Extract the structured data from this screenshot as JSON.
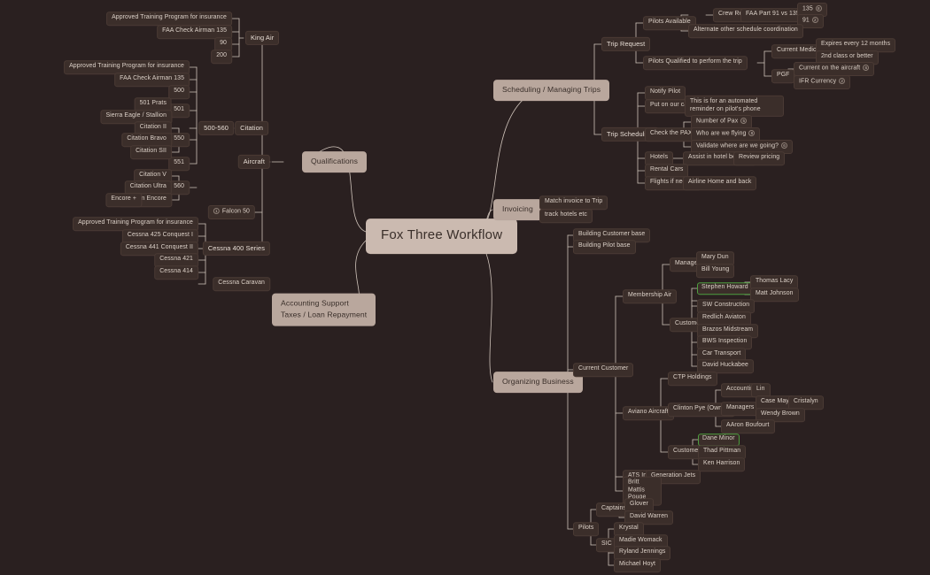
{
  "meta": {
    "title": "Fox Three Workflow",
    "bg_color": "#2a2020",
    "node_bg": "#3b2e2a",
    "root_bg": "#cbbab0",
    "main_bg": "#b9a79d",
    "edge_color": "#cfc3ba",
    "highlight_color": "#4d9e3f",
    "text_color": "#e8ded6"
  },
  "root": {
    "label": "Fox Three Workflow"
  },
  "branches": {
    "qualifications": {
      "label": "Qualifications",
      "aircraft_label": "Aircraft",
      "king_air": {
        "label": "King Air",
        "children": [
          "Approved Training Program for insurance",
          "FAA Check Airman 135",
          "90",
          "200"
        ]
      },
      "citation": {
        "label": "Citation",
        "group_label": "500-560",
        "items": [
          {
            "label": "Approved Training Program for insurance",
            "children": []
          },
          {
            "label": "FAA Check Airman 135",
            "children": []
          },
          {
            "label": "500",
            "children": []
          },
          {
            "label": "501",
            "children": [
              "501 Prats",
              "Sierra Eagle / Stallion"
            ]
          },
          {
            "label": "550",
            "children": [
              "Citation II",
              "Citation Bravo",
              "Citation SII"
            ]
          },
          {
            "label": "551",
            "children": []
          },
          {
            "label": "560",
            "children": [
              "Citation V",
              "Citation Ultra",
              "Citation Encore"
            ]
          }
        ],
        "encore_plus": "Encore +"
      },
      "falcon": {
        "label": "Falcon 50",
        "badge": "1"
      },
      "cessna": {
        "label": "Cessna 400 Series",
        "children": [
          "Approved Training Program for insurance",
          "Cessna 425 Conquest I",
          "Cessna 441 Conquest II",
          "Cessna 421",
          "Cessna 414"
        ],
        "caravan": "Cessna Caravan"
      }
    },
    "scheduling": {
      "label": "Scheduling / Managing Trips",
      "trip_request": {
        "label": "Trip Request",
        "pilots_available": {
          "label": "Pilots Available",
          "crew_rest": {
            "label": "Crew Rest",
            "detail": "FAA Part 91 vs 135",
            "parts": [
              {
                "label": "135",
                "badge": "8"
              },
              {
                "label": "91",
                "badge": "2"
              }
            ]
          },
          "alternate": "Alternate other schedule coordination"
        },
        "pilots_qualified": {
          "label": "Pilots Qualified to perform the trip",
          "current_medical": {
            "label": "Current Medical",
            "children": [
              "Expires every 12 months",
              "2nd class or better"
            ]
          },
          "pgf": {
            "label": "PGF",
            "children": [
              {
                "label": "Current on the aircraft",
                "badge": "6"
              },
              {
                "label": "IFR Currency",
                "badge": "2"
              }
            ]
          }
        }
      },
      "trip_scheduling": {
        "label": "Trip Scheduling",
        "items": [
          {
            "label": "Notify Pilot"
          },
          {
            "label": "Put on our calendars",
            "detail": "This is for an automated reminder on pilot's phone"
          },
          {
            "label": "Check the PAX",
            "children": [
              {
                "label": "Number of Pax",
                "badge": "5"
              },
              {
                "label": "Who are we flying",
                "badge": "8"
              },
              {
                "label": "Validate where are we going?",
                "badge": "6"
              }
            ]
          },
          {
            "label": "Hotels",
            "chain": [
              "Assist in hotel booking",
              "Review pricing"
            ]
          },
          {
            "label": "Rental Cars"
          },
          {
            "label": "Flights if needed",
            "chain": [
              "Airline Home and back"
            ]
          }
        ]
      }
    },
    "invoicing": {
      "label": "Invoicing",
      "children": [
        "Match invoice to Trip",
        "track hotels etc"
      ]
    },
    "accounting": {
      "line1": "Accounting Support",
      "line2": "Taxes / Loan Repayment"
    },
    "organizing": {
      "label": "Organizing Business",
      "top_items": [
        "Building Customer base",
        "Building Pilot base"
      ],
      "current_customer": {
        "label": "Current Customer",
        "membership_air": {
          "label": "Membership Air",
          "managers": {
            "label": "Managers",
            "children": [
              "Mary Dun",
              "Bill Young"
            ]
          },
          "customers": {
            "label": "Customers",
            "children": [
              {
                "label": "Stephen Howard",
                "highlight": true,
                "children": [
                  "Thomas Lacy",
                  "Matt Johnson"
                ]
              },
              {
                "label": "SW Construction",
                "highlight": false,
                "children": []
              },
              {
                "label": "Redlich Aviaton",
                "highlight": false,
                "children": []
              },
              {
                "label": "Brazos Midstream",
                "highlight": false,
                "children": []
              },
              {
                "label": "BWS Inspection",
                "highlight": false,
                "children": []
              },
              {
                "label": "Car Transport",
                "highlight": false,
                "children": []
              },
              {
                "label": "David Huckabee",
                "highlight": false,
                "children": []
              }
            ]
          }
        },
        "aviano": {
          "label": "Aviano Aircraft",
          "ctp": "CTP Holdings",
          "clinton": {
            "label": "Clinton Pye (Owner)",
            "accounting": {
              "label": "Accounting",
              "child": "Lin"
            },
            "managers": {
              "label": "Managers",
              "children": [
                {
                  "label": "Case May",
                  "child": "Cristalyn"
                },
                {
                  "label": "Wendy Brown",
                  "child": ""
                }
              ]
            },
            "aaron": "AAron Boufourt"
          },
          "customers": {
            "label": "Customers",
            "children": [
              {
                "label": "Dane Minor",
                "highlight": true
              },
              {
                "label": "Thad Pittman",
                "highlight": false
              },
              {
                "label": "Ken Harrison",
                "highlight": false
              }
            ]
          }
        },
        "ats": {
          "label": "ATS Inc",
          "child": "Generation Jets"
        },
        "britt": {
          "line1": "Britt Mattis",
          "line2": "Pouge"
        }
      },
      "pilots": {
        "label": "Pilots",
        "captains": {
          "label": "Captains",
          "children": [
            "Glover",
            "David Warren"
          ]
        },
        "sic": {
          "label": "SIC",
          "children": [
            "Krystal",
            "Madie Womack",
            "Ryland Jennings",
            "Michael Hoyt"
          ]
        }
      }
    }
  }
}
